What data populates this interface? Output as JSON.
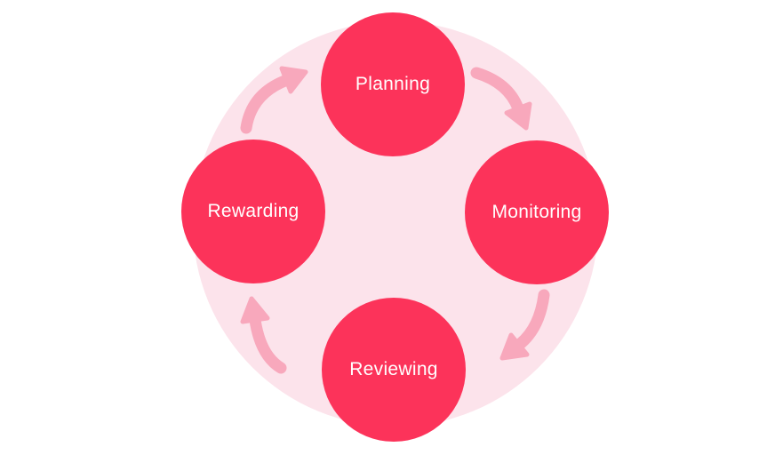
{
  "diagram": {
    "name": "process-cycle",
    "nodes": [
      {
        "id": "planning",
        "label": "Planning",
        "position": "top"
      },
      {
        "id": "monitoring",
        "label": "Monitoring",
        "position": "right"
      },
      {
        "id": "reviewing",
        "label": "Reviewing",
        "position": "bottom"
      },
      {
        "id": "rewarding",
        "label": "Rewarding",
        "position": "left"
      }
    ],
    "connections": [
      {
        "from": "Planning",
        "to": "Monitoring"
      },
      {
        "from": "Monitoring",
        "to": "Reviewing"
      },
      {
        "from": "Reviewing",
        "to": "Rewarding"
      },
      {
        "from": "Rewarding",
        "to": "Planning"
      }
    ],
    "direction": "clockwise"
  },
  "colors": {
    "node-fill": "#FC335A",
    "node-text": "#FFFFFF",
    "background-circle": "#FCE3EB",
    "arrow": "#F8A8BC",
    "page-background": "#FFFFFF"
  }
}
